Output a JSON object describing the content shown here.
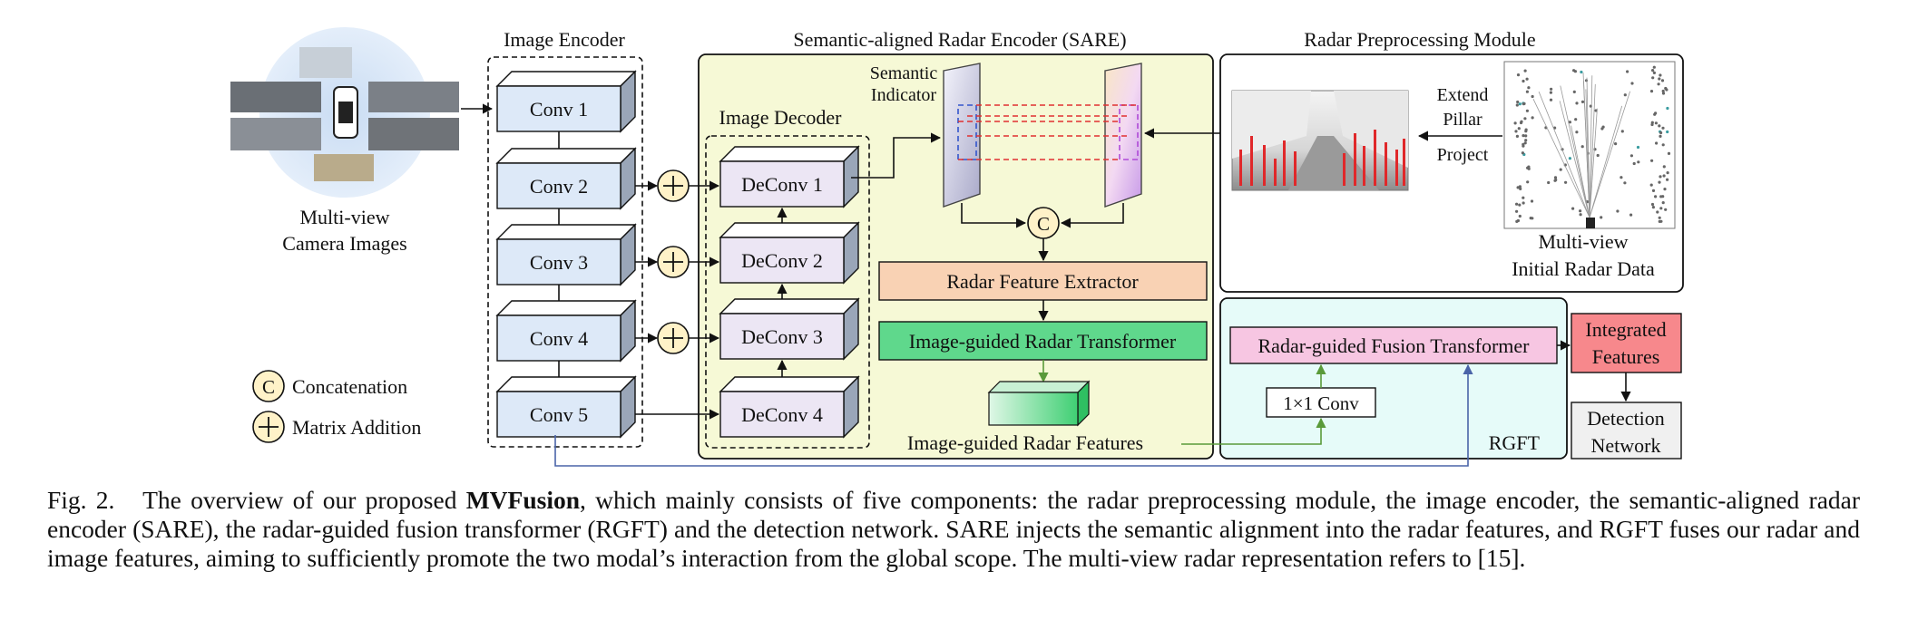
{
  "figure": {
    "cameras_label_1": "Multi-view",
    "cameras_label_2": "Camera Images",
    "image_encoder": {
      "title": "Image Encoder",
      "blocks": [
        "Conv 1",
        "Conv 2",
        "Conv 3",
        "Conv 4",
        "Conv 5"
      ]
    },
    "sare": {
      "title": "Semantic-aligned Radar Encoder (SARE)",
      "semantic_indicator_1": "Semantic",
      "semantic_indicator_2": "Indicator",
      "decoder_title": "Image Decoder",
      "decoder_blocks": [
        "DeConv 1",
        "DeConv 2",
        "DeConv 3",
        "DeConv 4"
      ],
      "concat_symbol": "C",
      "radar_feature_extractor": "Radar Feature Extractor",
      "image_guided_radar_transformer": "Image-guided Radar Transformer",
      "image_guided_radar_features": "Image-guided Radar Features"
    },
    "preprocessing": {
      "title": "Radar Preprocessing Module",
      "extend": "Extend",
      "pillar": "Pillar",
      "project": "Project",
      "radar_label_1": "Multi-view",
      "radar_label_2": "Initial Radar Data"
    },
    "rgft": {
      "fusion_transformer": "Radar-guided Fusion Transformer",
      "conv1x1": "1×1 Conv",
      "label": "RGFT"
    },
    "integrated_1": "Integrated",
    "integrated_2": "Features",
    "detection_1": "Detection",
    "detection_2": "Network",
    "legend": {
      "concat_symbol": "C",
      "concat_label": "Concatenation",
      "add_label": "Matrix Addition"
    },
    "colors": {
      "encoder_fill": "#dde9f8",
      "decoder_fill": "#ece6f4",
      "sare_bg": "#f6f9d6",
      "preprocess_bg": "#ffffff",
      "rgft_bg": "#e6fbf9",
      "extractor_fill": "#f9d2b4",
      "transformer_fill": "#5fd88c",
      "fusion_fill": "#f7c6e2",
      "integrated_fill": "#f7888c",
      "detection_fill": "#f0f0f0",
      "adder_fill": "#fff2c8",
      "skip_line": "#4a64a8",
      "guide_line": "#5a9a3a"
    }
  },
  "caption": {
    "label": "Fig. 2.",
    "pre": "The overview of our proposed ",
    "bold": "MVFusion",
    "post": ", which mainly consists of five components: the radar preprocessing module, the image encoder, the semantic-aligned radar encoder (SARE), the radar-guided fusion transformer (RGFT) and the detection network. SARE injects the semantic alignment into the radar features, and RGFT fuses our radar and image features, aiming to sufficiently promote the two modal’s interaction from the global scope. The multi-view radar representation refers to [15]."
  }
}
